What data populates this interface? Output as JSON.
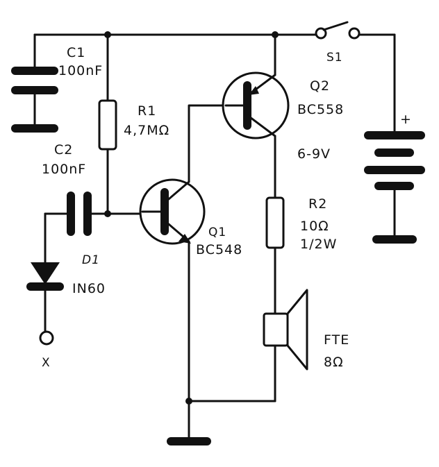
{
  "components": {
    "c1": {
      "ref": "C1",
      "value": "100nF"
    },
    "c2": {
      "ref": "C2",
      "value": "100nF"
    },
    "r1": {
      "ref": "R1",
      "value": "4,7MΩ"
    },
    "r2": {
      "ref": "R2",
      "value": "10Ω",
      "rating": "1/2W"
    },
    "q1": {
      "ref": "Q1",
      "part": "BC548"
    },
    "q2": {
      "ref": "Q2",
      "part": "BC558"
    },
    "d1": {
      "ref": "D1",
      "part": "IN60"
    },
    "s1": {
      "ref": "S1"
    },
    "battery": {
      "polarity": "+",
      "voltage": "6-9V"
    },
    "speaker": {
      "ref": "FTE",
      "impedance": "8Ω"
    },
    "input": {
      "label": "X"
    }
  }
}
